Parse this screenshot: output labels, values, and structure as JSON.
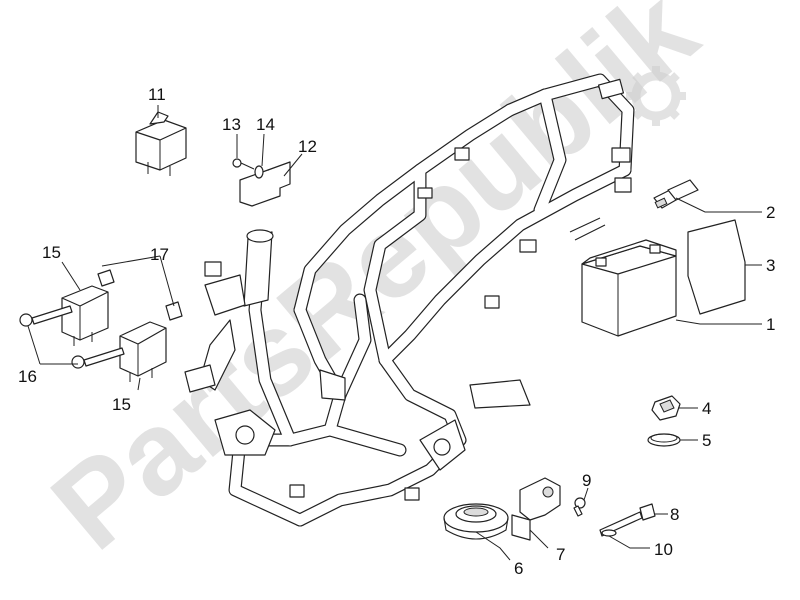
{
  "watermark": {
    "text": "PartsRepublik",
    "color": "#d9d9d9"
  },
  "callouts": [
    {
      "id": "callout-1",
      "label": "1"
    },
    {
      "id": "callout-2",
      "label": "2"
    },
    {
      "id": "callout-3",
      "label": "3"
    },
    {
      "id": "callout-4",
      "label": "4"
    },
    {
      "id": "callout-5",
      "label": "5"
    },
    {
      "id": "callout-6",
      "label": "6"
    },
    {
      "id": "callout-7",
      "label": "7"
    },
    {
      "id": "callout-8",
      "label": "8"
    },
    {
      "id": "callout-9",
      "label": "9"
    },
    {
      "id": "callout-10",
      "label": "10"
    },
    {
      "id": "callout-11",
      "label": "11"
    },
    {
      "id": "callout-12",
      "label": "12"
    },
    {
      "id": "callout-13",
      "label": "13"
    },
    {
      "id": "callout-14",
      "label": "14"
    },
    {
      "id": "callout-15a",
      "label": "15"
    },
    {
      "id": "callout-15b",
      "label": "15"
    },
    {
      "id": "callout-16",
      "label": "16"
    },
    {
      "id": "callout-17",
      "label": "17"
    }
  ],
  "colors": {
    "line": "#222222",
    "background": "#ffffff"
  }
}
